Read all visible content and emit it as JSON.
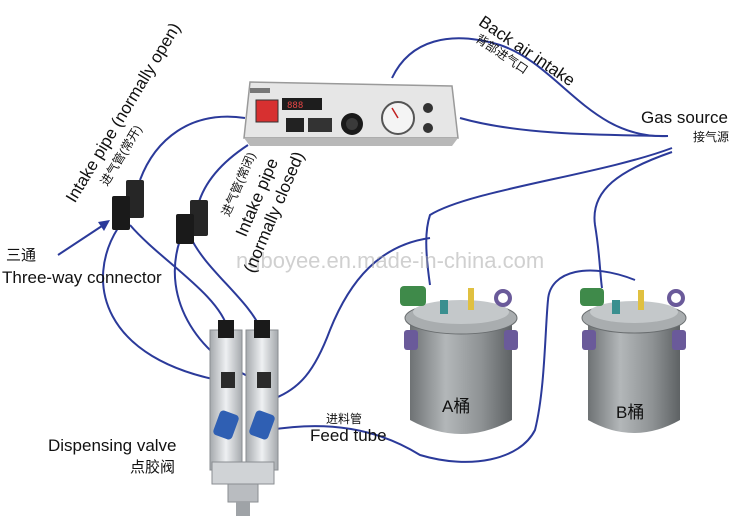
{
  "labels": {
    "intake_open_en": "Intake pipe (normally open)",
    "intake_open_cn": "进气管(常开)",
    "back_air_en": "Back air intake",
    "back_air_cn": "背部进气口",
    "gas_source_en": "Gas source",
    "gas_source_cn": "接气源",
    "intake_closed_cn": "进气管(常闭)",
    "intake_closed_en_1": "Intake pipe",
    "intake_closed_en_2": "(normally closed)",
    "three_way_cn": "三通",
    "three_way_en": "Three-way connector",
    "feed_tube_cn": "进料管",
    "feed_tube_en": "Feed tube",
    "valve_en": "Dispensing valve",
    "valve_cn": "点胶阀",
    "tank_a": "A桶",
    "tank_b": "B桶",
    "watermark": "ngboyee.en.made-in-china.com"
  },
  "colors": {
    "tube": "#2b3a9a",
    "tank": "#8e9294",
    "controller_panel": "#dcdcdc",
    "valve_body": "#c9cdd1",
    "fitting_blue": "#2f5fb3",
    "gauge_green": "#3f8a4a",
    "handle_purple": "#6a5a9a",
    "led_red": "#d73030"
  },
  "icons": {
    "controller": "dispensing-controller-icon",
    "gauge": "pressure-gauge-icon",
    "tank": "pressure-tank-icon",
    "connector": "three-way-connector-icon",
    "valve": "dispensing-valve-icon"
  }
}
